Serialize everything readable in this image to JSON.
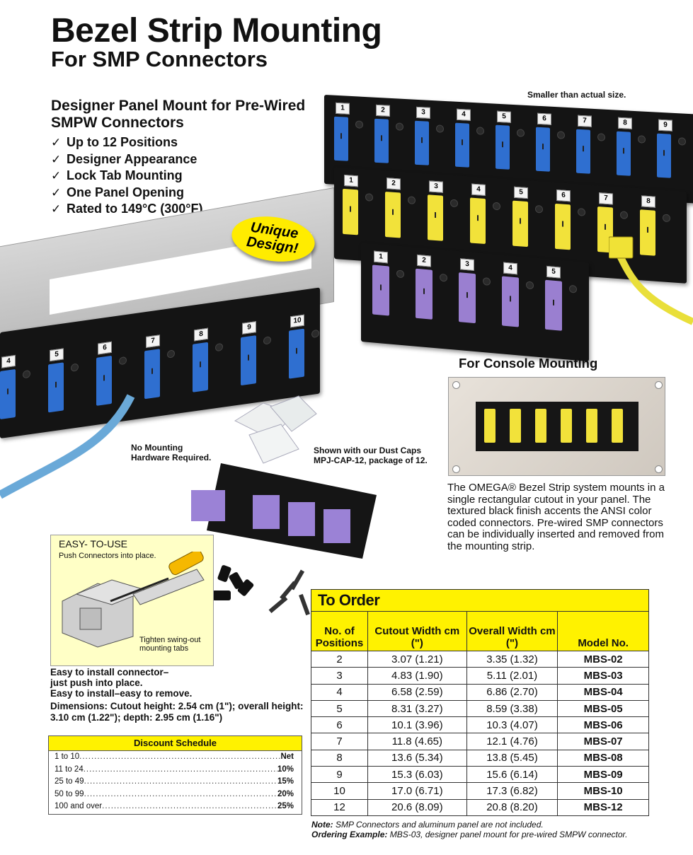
{
  "header": {
    "title": "Bezel Strip Mounting",
    "subtitle": "For SMP Connectors"
  },
  "intro": {
    "heading": "Designer Panel Mount for Pre-Wired SMPW Connectors",
    "features": [
      "Up to 12 Positions",
      "Designer Appearance",
      "Lock Tab Mounting",
      "One Panel Opening",
      "Rated to 149°C (300°F)"
    ],
    "check_glyph": "✓"
  },
  "photo": {
    "size_note": "Smaller than actual size.",
    "badge_line1": "Unique",
    "badge_line2": "Design!",
    "no_hardware_line1": "No Mounting",
    "no_hardware_line2": "Hardware Required.",
    "dust_caps_line1": "Shown with our Dust Caps",
    "dust_caps_line2": "MPJ-CAP-12, package of 12.",
    "blue_strip_numbers": [
      "1",
      "2",
      "3",
      "4",
      "5",
      "6",
      "7",
      "8",
      "9"
    ],
    "yellow_strip_numbers": [
      "1",
      "2",
      "3",
      "4",
      "5",
      "6",
      "7",
      "8"
    ],
    "purple_strip_numbers": [
      "1",
      "2",
      "3",
      "4",
      "5"
    ],
    "front_strip_numbers": [
      "4",
      "5",
      "6",
      "7",
      "8",
      "9",
      "10"
    ]
  },
  "console": {
    "heading": "For Console Mounting",
    "description": "The OMEGA® Bezel Strip system mounts in a single rectangular cutout in your panel. The textured black finish accents the ANSI color coded connectors. Pre-wired SMP connectors can be individually inserted and removed from the mounting strip."
  },
  "easy": {
    "title": "EASY- TO-USE",
    "subtitle": "Push Connectors into place.",
    "tabs_line1": "Tighten swing-out",
    "tabs_line2": "mounting tabs"
  },
  "install": {
    "line1": "Easy to install connector–",
    "line2": "just push into place.",
    "line3": "Easy to install–easy to remove.",
    "dimensions": "Dimensions: Cutout height: 2.54 cm (1\"); overall height: 3.10 cm (1.22\"); depth: 2.95 cm (1.16\")"
  },
  "discount": {
    "title": "Discount Schedule",
    "rows": [
      {
        "label": "1 to 10",
        "value": "Net"
      },
      {
        "label": "11 to 24",
        "value": "10%"
      },
      {
        "label": "25 to 49",
        "value": "15%"
      },
      {
        "label": "50 to 99",
        "value": "20%"
      },
      {
        "label": "100 and over",
        "value": "25%"
      }
    ]
  },
  "order": {
    "title": "To Order",
    "headers": [
      "No. of Positions",
      "Cutout Width cm (\")",
      "Overall Width cm (\")",
      "Model No."
    ],
    "rows": [
      [
        "2",
        "3.07 (1.21)",
        "3.35 (1.32)",
        "MBS-02"
      ],
      [
        "3",
        "4.83 (1.90)",
        "5.11 (2.01)",
        "MBS-03"
      ],
      [
        "4",
        "6.58 (2.59)",
        "6.86 (2.70)",
        "MBS-04"
      ],
      [
        "5",
        "8.31 (3.27)",
        "8.59 (3.38)",
        "MBS-05"
      ],
      [
        "6",
        "10.1 (3.96)",
        "10.3 (4.07)",
        "MBS-06"
      ],
      [
        "7",
        "11.8 (4.65)",
        "12.1 (4.76)",
        "MBS-07"
      ],
      [
        "8",
        "13.6 (5.34)",
        "13.8 (5.45)",
        "MBS-08"
      ],
      [
        "9",
        "15.3 (6.03)",
        "15.6 (6.14)",
        "MBS-09"
      ],
      [
        "10",
        "17.0 (6.71)",
        "17.3 (6.82)",
        "MBS-10"
      ],
      [
        "12",
        "20.6 (8.09)",
        "20.8 (8.20)",
        "MBS-12"
      ]
    ]
  },
  "notes": {
    "note_label": "Note:",
    "note_text": " SMP Connectors and aluminum panel are not included.",
    "example_label": "Ordering Example:",
    "example_model": " MBS-03",
    "example_text": ", designer panel mount for pre-wired SMPW connector."
  },
  "colors": {
    "yellow": "#fff200",
    "easy_box": "#ffffc6",
    "blue_connector": "#2f6fd0",
    "yellow_connector": "#f2e23a",
    "purple_connector": "#9a7fd0"
  }
}
